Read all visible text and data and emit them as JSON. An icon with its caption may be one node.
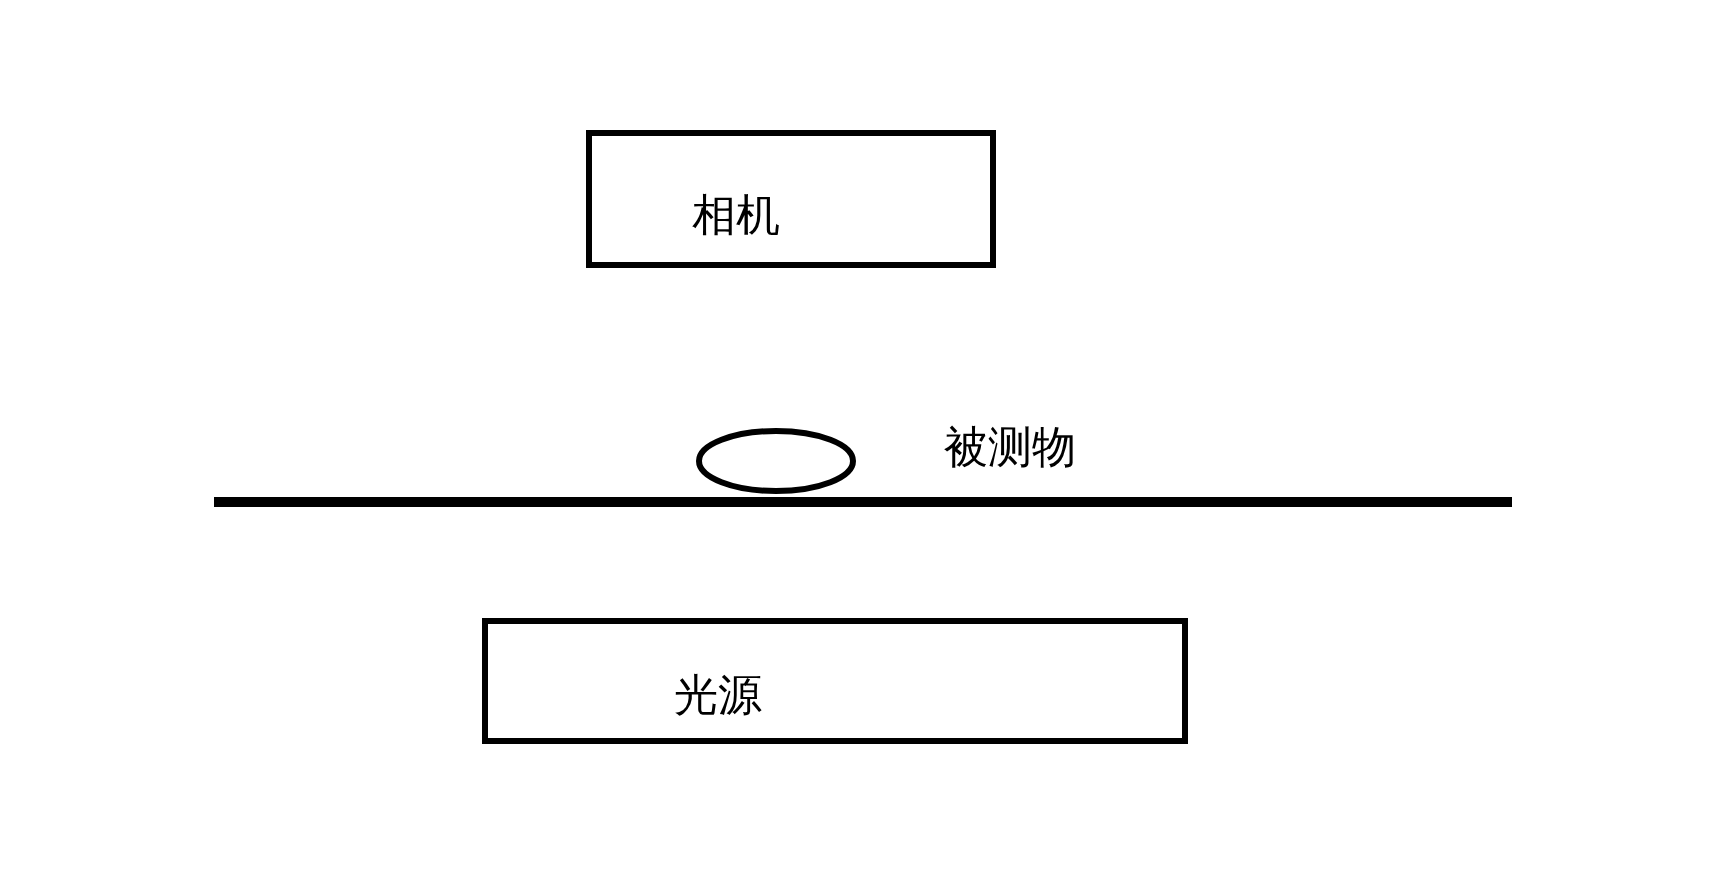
{
  "diagram": {
    "nodes": [
      {
        "text": [
          "相机"
        ]
      },
      {
        "text": [],
        "shape": "ellipse",
        "beside": [
          "被测物"
        ]
      },
      {
        "text": [
          "光源"
        ]
      }
    ]
  }
}
